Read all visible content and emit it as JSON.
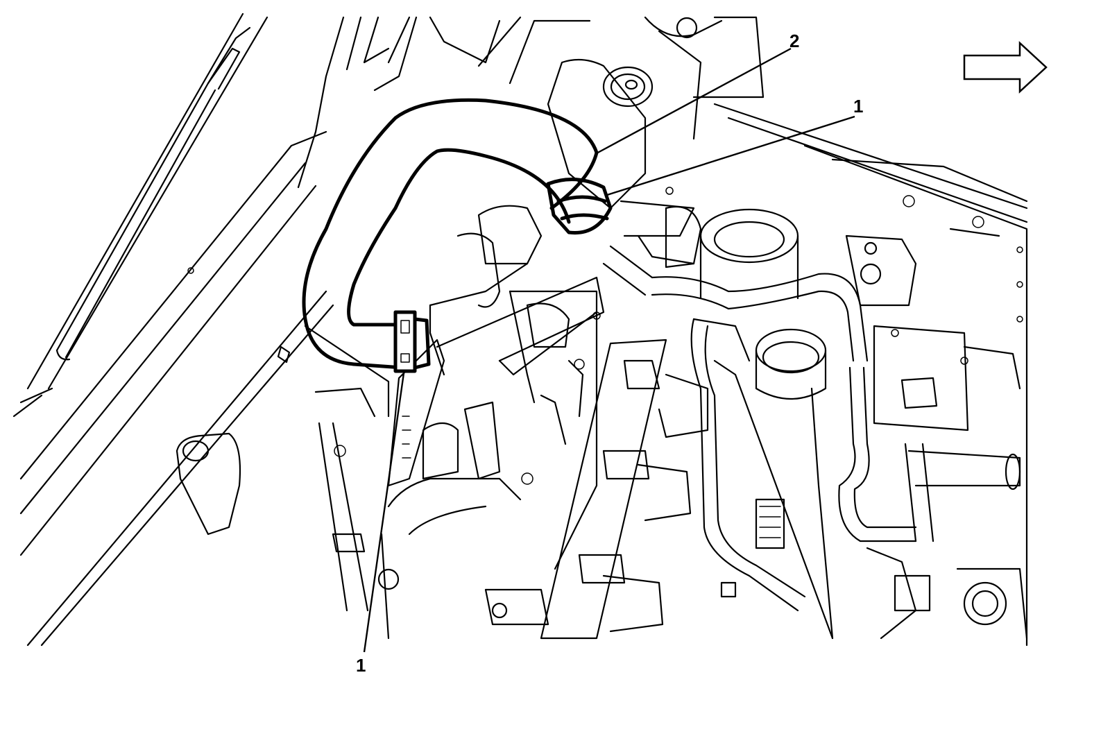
{
  "callouts": [
    {
      "id": "callout-2",
      "label": "2"
    },
    {
      "id": "callout-1-top",
      "label": "1"
    },
    {
      "id": "callout-1-bottom",
      "label": "1"
    }
  ],
  "direction_arrow": {
    "points": "right"
  }
}
